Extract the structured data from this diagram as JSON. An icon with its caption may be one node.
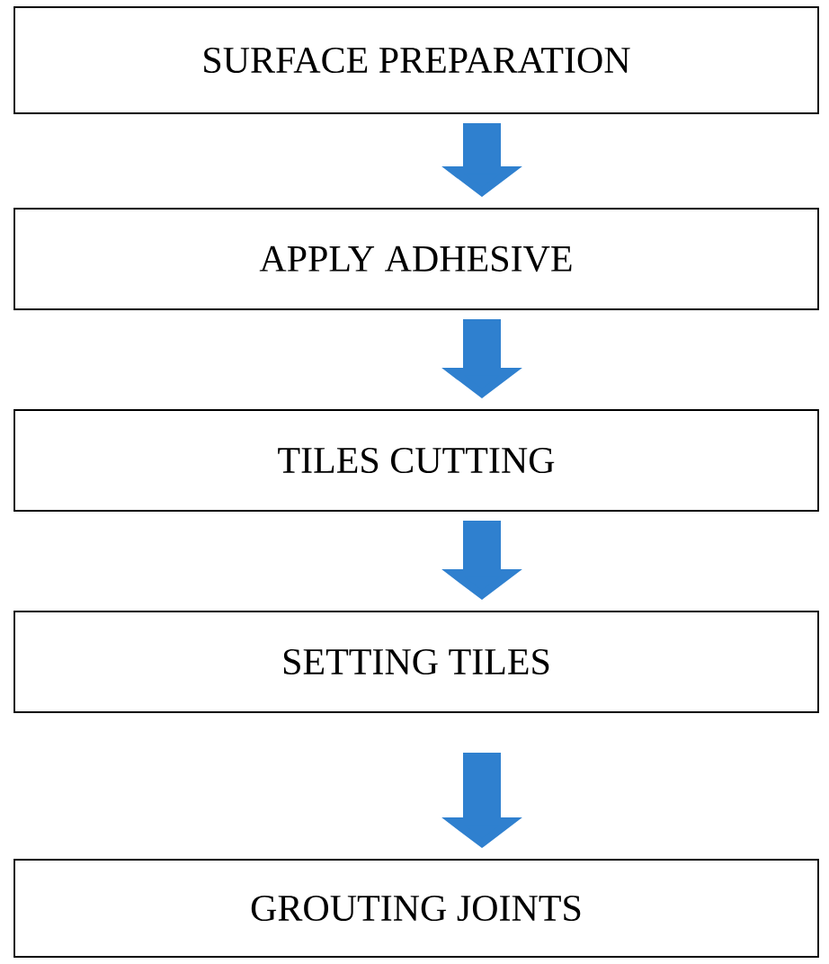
{
  "diagram": {
    "nodes": [
      {
        "text": [
          "SURFACE PREPARATION"
        ]
      },
      {
        "text": [
          "APPLY ADHESIVE"
        ]
      },
      {
        "text": [
          "TILES CUTTING"
        ]
      },
      {
        "text": [
          "SETTING TILES"
        ]
      },
      {
        "text": [
          "GROUTING JOINTS"
        ]
      }
    ],
    "edges": [
      {
        "from": 0,
        "to": 1,
        "arrow": "to"
      },
      {
        "from": 1,
        "to": 2,
        "arrow": "to"
      },
      {
        "from": 2,
        "to": 3,
        "arrow": "to"
      },
      {
        "from": 3,
        "to": 4,
        "arrow": "to"
      }
    ]
  }
}
